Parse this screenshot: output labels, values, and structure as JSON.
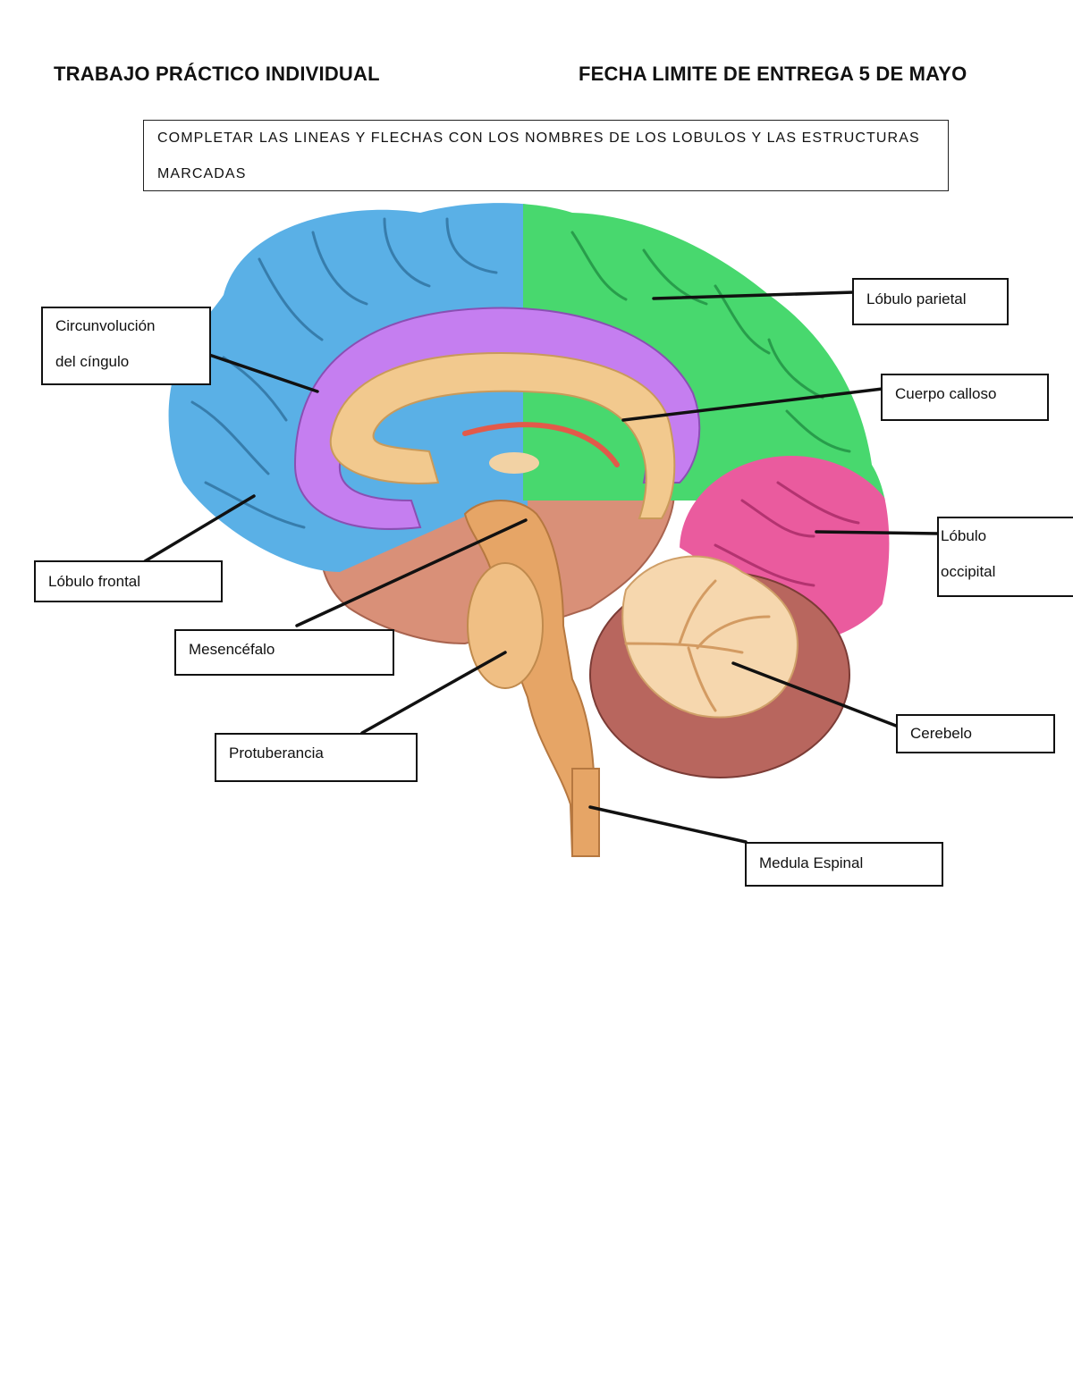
{
  "header": {
    "title_left": "TRABAJO PRÁCTICO INDIVIDUAL",
    "title_right": "FECHA LIMITE DE ENTREGA 5 DE MAYO"
  },
  "instructions": {
    "line1": "COMPLETAR LAS LINEAS Y FLECHAS CON LOS NOMBRES DE LOS LOBULOS Y LAS ESTRUCTURAS",
    "line2": "MARCADAS"
  },
  "labels": {
    "cingulate": {
      "line1": "Circunvolución",
      "line2": "del cíngulo"
    },
    "frontal": "Lóbulo frontal",
    "midbrain": "Mesencéfalo",
    "pons": "Protuberancia",
    "parietal": "Lóbulo parietal",
    "corpus_callosum": "Cuerpo calloso",
    "occipital": {
      "line1": "Lóbulo",
      "line2": "occipital"
    },
    "cerebellum": "Cerebelo",
    "spinal_cord": "Medula Espinal"
  },
  "colors": {
    "frontal": "#5ab0e6",
    "parietal": "#48d86e",
    "cingulate": "#c57ef0",
    "occipital": "#ea5b9e",
    "corpus_callosum": "#f2c98e",
    "diencephalon": "#d99078",
    "brainstem": "#e6a566",
    "cerebellum": "#b8665e",
    "arbor_vitae": "#f6d7ae"
  }
}
